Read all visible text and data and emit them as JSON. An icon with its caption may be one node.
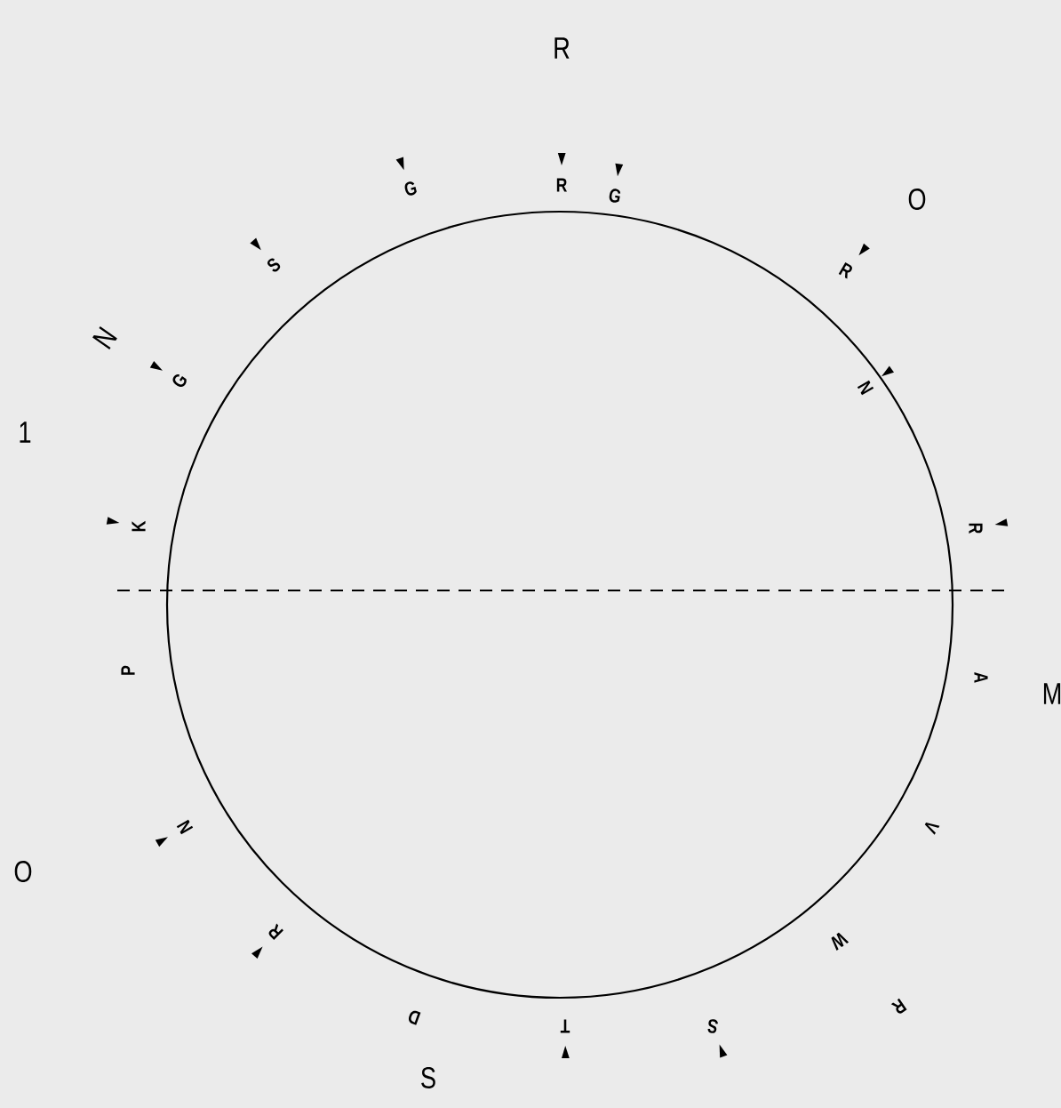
{
  "diagram": {
    "labels": [
      "R",
      "R",
      "G",
      "O",
      "R",
      "N",
      "R",
      "A",
      "M",
      "V",
      "W",
      "R",
      "S",
      "T",
      "S",
      "D",
      "R",
      "N",
      "O",
      "P",
      "K",
      "1",
      "G",
      "N",
      "S",
      "G"
    ]
  }
}
